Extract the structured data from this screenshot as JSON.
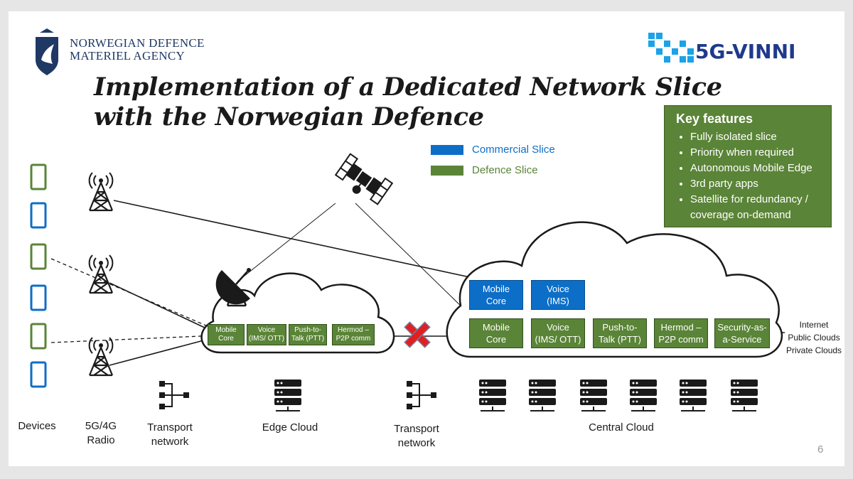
{
  "header": {
    "org_line1": "NORWEGIAN DEFENCE",
    "org_line2": "MATERIEL AGENCY",
    "logo_text": "5G-VINNI"
  },
  "title": {
    "line1": "Implementation of a Dedicated Network Slice",
    "line2": "with the Norwegian Defence"
  },
  "legend": [
    {
      "label": "Commercial Slice",
      "color": "#0d6ec7"
    },
    {
      "label": "Defence Slice",
      "color": "#5a8437"
    }
  ],
  "key_features": {
    "heading": "Key features",
    "items": [
      "Fully isolated slice",
      "Priority when required",
      "Autonomous Mobile Edge",
      "3rd party apps",
      "Satellite for redundancy / coverage on-demand"
    ]
  },
  "edge_cloud": {
    "defence": [
      {
        "line1": "Mobile",
        "line2": "Core"
      },
      {
        "line1": "Voice",
        "line2": "(IMS/ OTT)"
      },
      {
        "line1": "Push-to-",
        "line2": "Talk (PTT)"
      },
      {
        "line1": "Hermod –",
        "line2": "P2P comm"
      }
    ]
  },
  "central_cloud": {
    "commercial": [
      {
        "line1": "Mobile",
        "line2": "Core"
      },
      {
        "line1": "Voice",
        "line2": "(IMS)"
      }
    ],
    "defence": [
      {
        "line1": "Mobile",
        "line2": "Core"
      },
      {
        "line1": "Voice",
        "line2": "(IMS/ OTT)"
      },
      {
        "line1": "Push-to-",
        "line2": "Talk (PTT)"
      },
      {
        "line1": "Hermod –",
        "line2": "P2P comm"
      },
      {
        "line1": "Security-as-",
        "line2": "a-Service"
      }
    ]
  },
  "external": [
    "Internet",
    "Public Clouds",
    "Private Clouds"
  ],
  "bottom_labels": {
    "devices": "Devices",
    "radio_1": "5G/4G",
    "radio_2": "Radio",
    "transport1_1": "Transport",
    "transport1_2": "network",
    "edge": "Edge Cloud",
    "transport2_1": "Transport",
    "transport2_2": "network",
    "central": "Central Cloud"
  },
  "device_colors": [
    "#5a8437",
    "#0d6ec7",
    "#5a8437",
    "#0d6ec7",
    "#5a8437",
    "#0d6ec7"
  ],
  "page_number": "6"
}
